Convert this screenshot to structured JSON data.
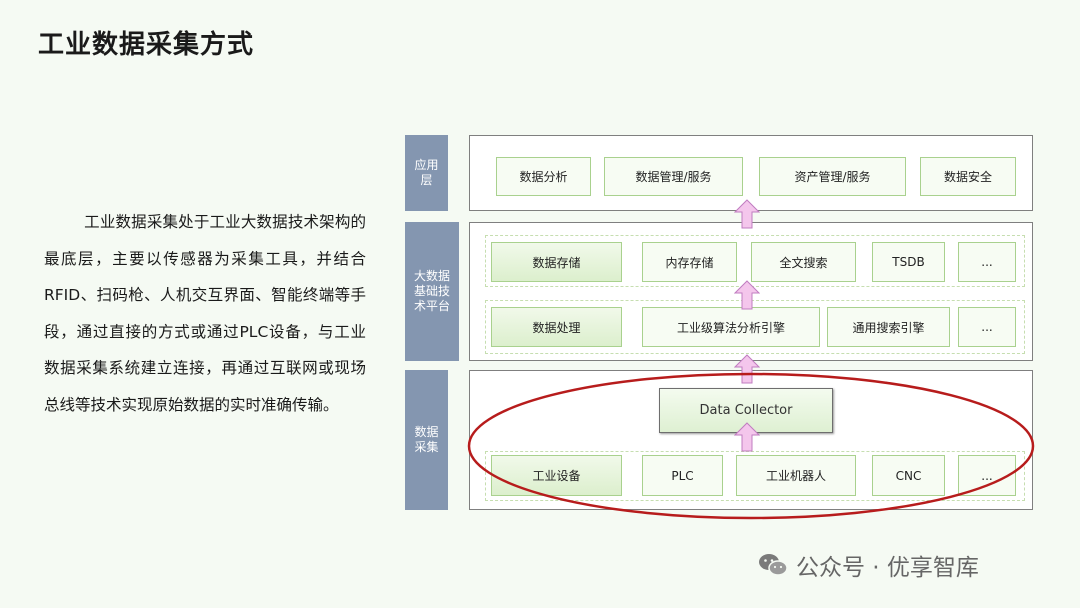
{
  "title": "工业数据采集方式",
  "paragraph": "工业数据采集处于工业大数据技术架构的最底层，主要以传感器为采集工具，并结合RFID、扫码枪、人机交互界面、智能终端等手段，通过直接的方式或通过PLC设备，与工业数据采集系统建立连接，再通过互联网或现场总线等技术实现原始数据的实时准确传输。",
  "layers": {
    "application": {
      "label": "应用层",
      "items": [
        "数据分析",
        "数据管理/服务",
        "资产管理/服务",
        "数据安全"
      ]
    },
    "platform": {
      "label": "大数据基础技术平台",
      "storage_row": [
        "数据存储",
        "内存存储",
        "全文搜索",
        "TSDB",
        "..."
      ],
      "processing_row": [
        "数据处理",
        "工业级算法分析引擎",
        "通用搜索引擎",
        "..."
      ]
    },
    "collection": {
      "label": "数据采集",
      "collector": "Data Collector",
      "devices_row": [
        "工业设备",
        "PLC",
        "工业机器人",
        "CNC",
        "..."
      ]
    }
  },
  "colors": {
    "side_label_bg": "#8496b0",
    "box_border": "#a9d18e",
    "arrow_fill": "#f4c6ec",
    "highlight_ellipse": "#b71c1c"
  },
  "watermark": {
    "icon": "wechat-icon",
    "text": "公众号 · 优享智库"
  }
}
